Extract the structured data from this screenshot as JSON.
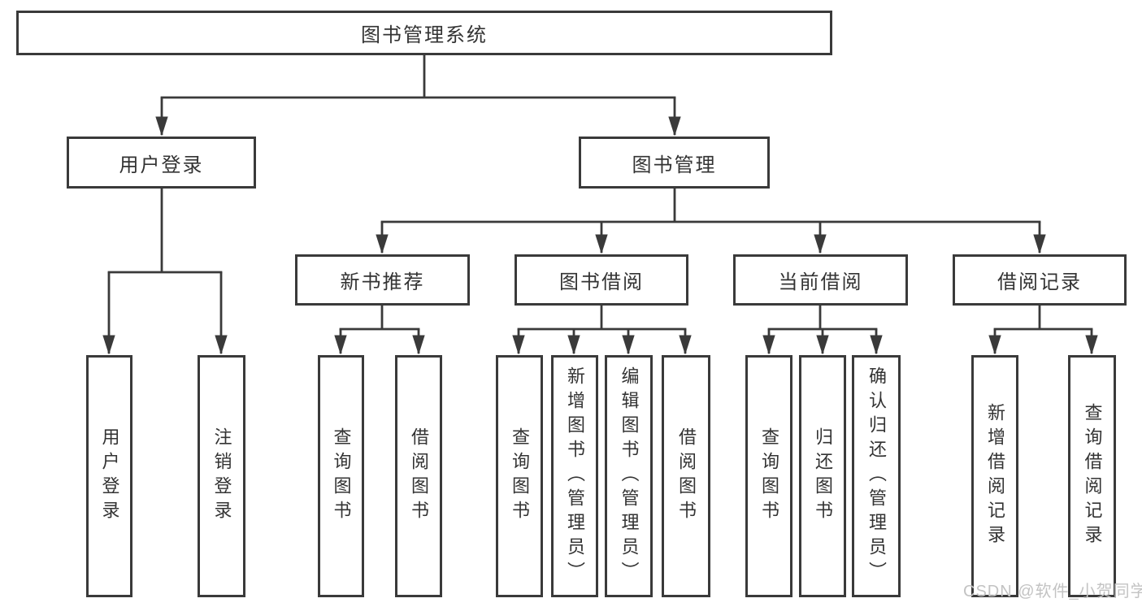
{
  "colors": {
    "line": "#3a3a3a",
    "box_border": "#3a3a3a",
    "box_text": "#333333",
    "background": "#ffffff",
    "watermark_text": "#c3c3c3"
  },
  "diagram": {
    "root": {
      "label": "图书管理系统"
    },
    "user_login": {
      "label": "用户登录",
      "children": [
        {
          "label": "用户登录"
        },
        {
          "label": "注销登录"
        }
      ]
    },
    "book_management": {
      "label": "图书管理",
      "sections": [
        {
          "label": "新书推荐",
          "children": [
            {
              "label": "查询图书"
            },
            {
              "label": "借阅图书"
            }
          ]
        },
        {
          "label": "图书借阅",
          "children": [
            {
              "label": "查询图书"
            },
            {
              "label": "新增图书（管理员）"
            },
            {
              "label": "编辑图书（管理员）"
            },
            {
              "label": "借阅图书"
            }
          ]
        },
        {
          "label": "当前借阅",
          "children": [
            {
              "label": "查询图书"
            },
            {
              "label": "归还图书"
            },
            {
              "label": "确认归还（管理员）"
            }
          ]
        },
        {
          "label": "借阅记录",
          "children": [
            {
              "label": "新增借阅记录"
            },
            {
              "label": "查询借阅记录"
            }
          ]
        }
      ]
    }
  },
  "watermark": "CSDN @软件_小贺同学"
}
